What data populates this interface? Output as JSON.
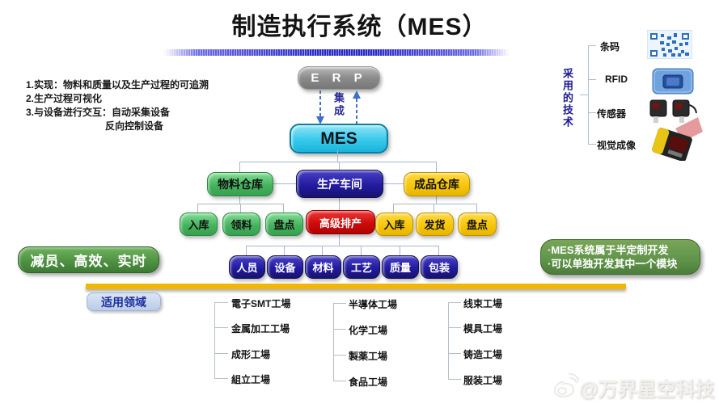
{
  "title": "制造执行系统（MES）",
  "features": [
    "1.实现：物料和质量以及生产过程的可追溯",
    "2.生产过程可视化",
    "3.与设备进行交互：自动采集设备",
    "反向控制设备"
  ],
  "hierarchy": {
    "erp": "E R P",
    "integration": "集成",
    "mes": "MES",
    "warehouses": [
      "物料仓库",
      "生产车间",
      "成品仓库"
    ],
    "material_ops": [
      "入库",
      "领料",
      "盘点"
    ],
    "scheduling": "高级排产",
    "finished_ops": [
      "入库",
      "发货",
      "盘点"
    ],
    "workshop_elements": [
      "人员",
      "设备",
      "材料",
      "工艺",
      "质量",
      "包装"
    ]
  },
  "benefit": "减员、高效、实时",
  "notes": [
    "·MES系统属于半定制开发",
    "·可以单独开发其中一个模块"
  ],
  "domains": {
    "label": "适用领域",
    "columns": [
      [
        "電子SMT工場",
        "金属加工工場",
        "成形工場",
        "組立工場"
      ],
      [
        "半導体工場",
        "化学工場",
        "製薬工場",
        "食品工場"
      ],
      [
        "线束工場",
        "模具工場",
        "铸造工場",
        "服装工場"
      ]
    ]
  },
  "technologies": {
    "label": "采用的技术",
    "items": [
      "条码",
      "RFID",
      "传感器",
      "视觉成像"
    ],
    "icons": [
      "qr-code-icon",
      "rfid-card-icon",
      "photo-sensor-icon",
      "vision-camera-icon"
    ]
  },
  "watermark": "@万界星空科技",
  "colors": {
    "green": "#45b35e",
    "navy": "#221ba0",
    "yellow": "#f7c70a",
    "red": "#cf0a0a",
    "cyan": "#38c9ec",
    "erp_gray": "#8b8b8b",
    "benefit_green": "#4f9243",
    "divider_yellow": "#f2b705",
    "title_bar_blue": "#2a2ac8"
  }
}
